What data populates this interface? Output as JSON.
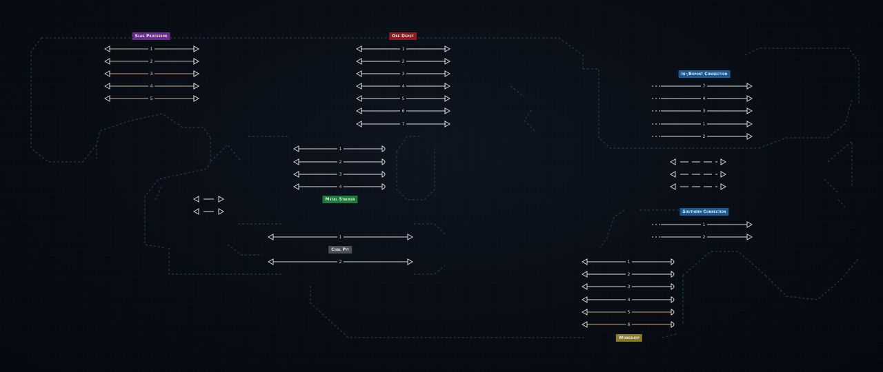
{
  "colors": {
    "slag": "#6a2d8a",
    "ore": "#8a1c22",
    "metal": "#1c7a3a",
    "coal": "#4a4f55",
    "import": "#1d5b96",
    "southern": "#1d5b96",
    "workshop": "#8a7a2c",
    "track": "#d9d9d9"
  },
  "stations": {
    "slag": {
      "label": "Slag Processor",
      "tracks": [
        "1",
        "2",
        "3",
        "4",
        "5"
      ]
    },
    "ore": {
      "label": "Ore Depot",
      "tracks": [
        "1",
        "2",
        "3",
        "4",
        "5",
        "6",
        "7"
      ]
    },
    "metal": {
      "label": "Metal Stacker",
      "tracks": [
        "1",
        "2",
        "3",
        "4"
      ]
    },
    "coal": {
      "label": "Coal Pit",
      "tracks": [
        "1",
        "2"
      ]
    },
    "import": {
      "label": "In-/Export Connection",
      "tracks": [
        "7",
        "4",
        "3",
        "1",
        "2"
      ]
    },
    "southern": {
      "label": "Southern Connection",
      "tracks": [
        "1",
        "2"
      ]
    },
    "workshop": {
      "label": "Workshop",
      "tracks": [
        "1",
        "2",
        "3",
        "4",
        "5",
        "6"
      ]
    }
  }
}
